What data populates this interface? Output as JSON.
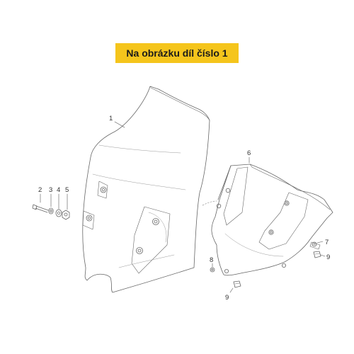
{
  "banner": {
    "text": "Na obrázku díl číslo 1"
  },
  "callouts": {
    "windscreen": "1",
    "bolt": "2",
    "washer": "3",
    "spacer": "4",
    "nut": "5",
    "bracket": "6",
    "screw": "7",
    "clip_left": "8",
    "clip_right": "9",
    "clip_bottom": "9"
  },
  "colors": {
    "banner_bg": "#f5c51c",
    "line": "#555555"
  }
}
